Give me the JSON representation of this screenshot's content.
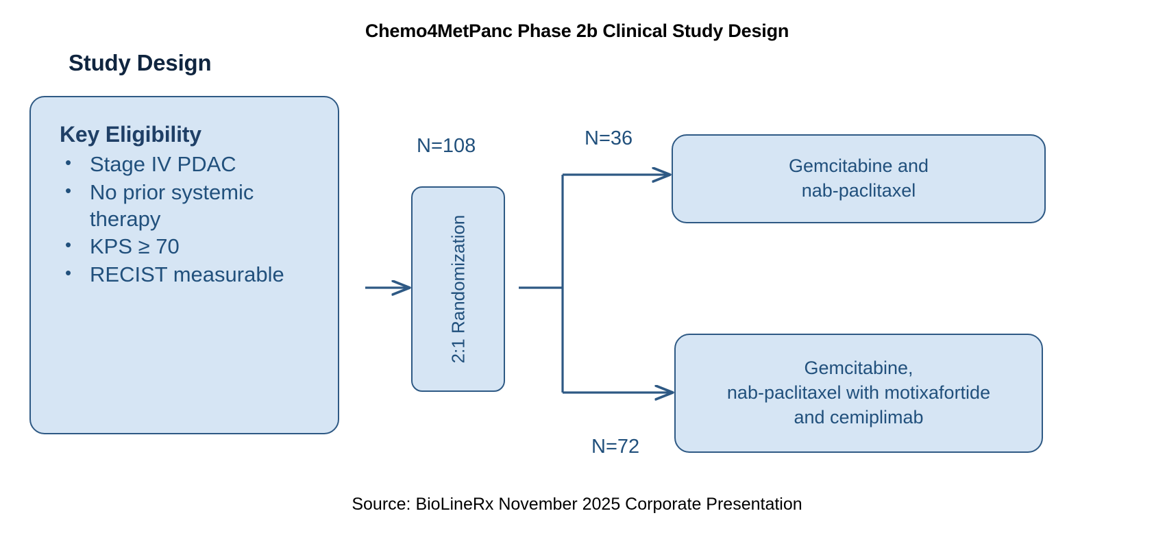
{
  "title": "Chemo4MetPanc Phase 2b Clinical Study Design",
  "section_heading": "Study Design",
  "source_note": "Source: BioLineRx November 2025 Corporate Presentation",
  "colors": {
    "box_fill": "#d6e5f4",
    "box_border": "#2e5984",
    "text_navy": "#21507c",
    "heading_navy": "#10253f",
    "connector": "#2e5984",
    "page_background": "#ffffff"
  },
  "eligibility": {
    "title": "Key Eligibility",
    "bullet_glyph": "•",
    "criteria": [
      "Stage IV PDAC",
      "No prior systemic therapy",
      "KPS ≥ 70",
      "RECIST measurable"
    ]
  },
  "randomization": {
    "label": "2:1 Randomization",
    "total_n_label": "N=108"
  },
  "arms": [
    {
      "id": "control",
      "n_label": "N=36",
      "lines": [
        "Gemcitabine and",
        "nab-paclitaxel"
      ]
    },
    {
      "id": "experimental",
      "n_label": "N=72",
      "lines": [
        "Gemcitabine,",
        "nab-paclitaxel with motixafortide",
        "and cemiplimab"
      ]
    }
  ],
  "chart_data": {
    "type": "diagram",
    "title": "Chemo4MetPanc Phase 2b Clinical Study Design",
    "diagram_kind": "clinical-trial-flow",
    "nodes": [
      {
        "id": "eligibility",
        "label": "Key Eligibility",
        "items": [
          "Stage IV PDAC",
          "No prior systemic therapy",
          "KPS ≥ 70",
          "RECIST measurable"
        ]
      },
      {
        "id": "randomization",
        "label": "2:1 Randomization",
        "n": 108
      },
      {
        "id": "control",
        "label": "Gemcitabine and nab-paclitaxel",
        "n": 36
      },
      {
        "id": "experimental",
        "label": "Gemcitabine, nab-paclitaxel with motixafortide and cemiplimab",
        "n": 72
      }
    ],
    "edges": [
      {
        "from": "eligibility",
        "to": "randomization",
        "label": "N=108"
      },
      {
        "from": "randomization",
        "to": "control",
        "label": "N=36"
      },
      {
        "from": "randomization",
        "to": "experimental",
        "label": "N=72"
      }
    ],
    "allocation_ratio": "2:1",
    "total_n": 108
  }
}
